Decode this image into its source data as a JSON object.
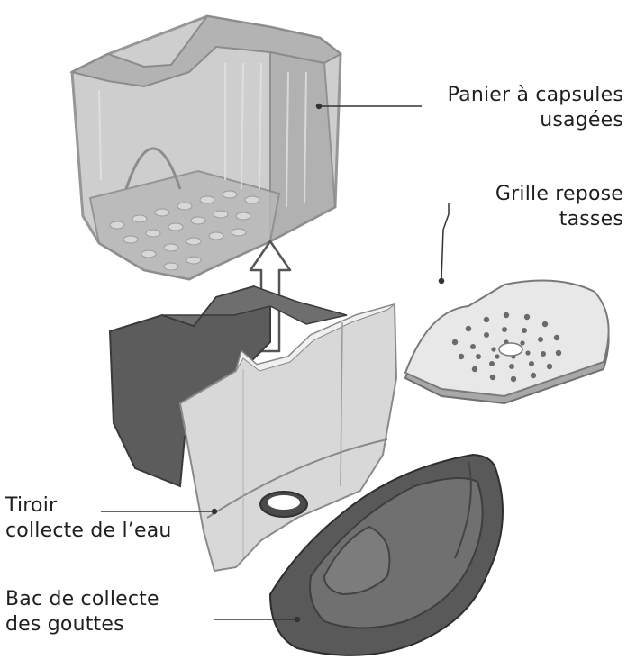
{
  "labels": {
    "basket": {
      "line1": "Panier à capsules",
      "line2": "usagées"
    },
    "grill": {
      "line1": "Grille repose",
      "line2": "tasses"
    },
    "drawer": {
      "line1": "Tiroir",
      "line2": "collecte de l’eau"
    },
    "drip_tray": {
      "line1": "Bac de collecte",
      "line2": "des gouttes"
    }
  },
  "colors": {
    "basket_fill": "#bdbdbd",
    "basket_stroke": "#8c8c8c",
    "drawer_dark": "#595959",
    "drawer_panel": "#d9d9d9",
    "grill_fill": "#e6e6e6",
    "tray_fill": "#5a5a5a",
    "leader_line": "#333333"
  }
}
